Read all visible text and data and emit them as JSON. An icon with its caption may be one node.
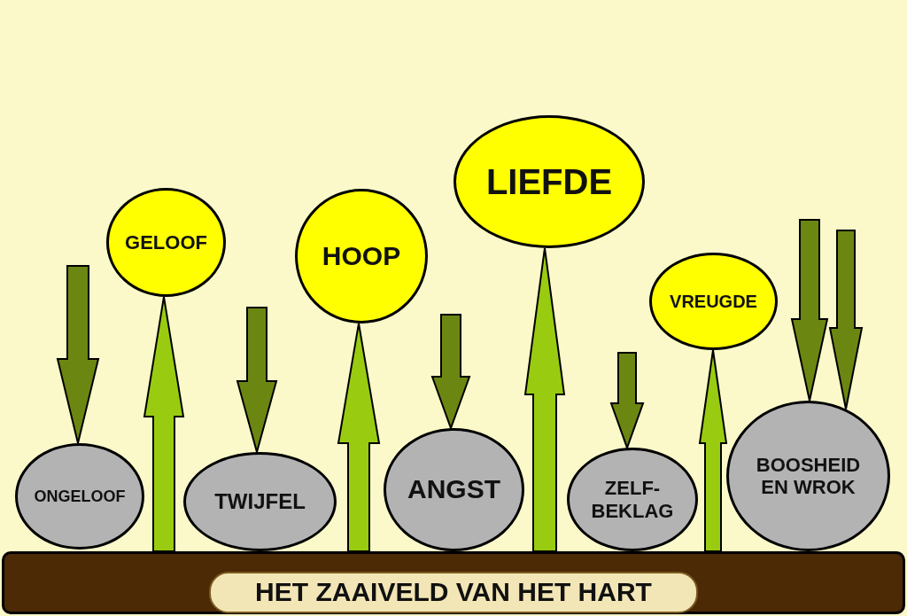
{
  "diagram": {
    "nodes": [
      {
        "text": [
          "GELOOF"
        ]
      },
      {
        "text": [
          "HOOP"
        ]
      },
      {
        "text": [
          "LIEFDE"
        ]
      },
      {
        "text": [
          "VREUGDE"
        ]
      },
      {
        "text": [
          "ONGELOOF"
        ]
      },
      {
        "text": [
          "TWIJFEL"
        ]
      },
      {
        "text": [
          "ANGST"
        ]
      },
      {
        "text": [
          "ZELF- BEKLAG"
        ]
      },
      {
        "text": [
          "BOOSHEID EN WROK"
        ]
      },
      {
        "text": [
          "HET ZAAIVELD VAN HET HART"
        ]
      }
    ],
    "edges": [
      {
        "from": 9,
        "to": 0,
        "arrow": "to",
        "color": "#99cc11"
      },
      {
        "from": 9,
        "to": 1,
        "arrow": "to",
        "color": "#99cc11"
      },
      {
        "from": 9,
        "to": 2,
        "arrow": "to",
        "color": "#99cc11"
      },
      {
        "from": 9,
        "to": 3,
        "arrow": "to",
        "color": "#99cc11"
      },
      {
        "from": null,
        "to": 4,
        "arrow": "to"
      },
      {
        "from": null,
        "to": 5,
        "arrow": "to"
      },
      {
        "from": null,
        "to": 6,
        "arrow": "to"
      },
      {
        "from": null,
        "to": 7,
        "arrow": "to"
      },
      {
        "from": null,
        "to": 8,
        "arrow": "to"
      },
      {
        "from": null,
        "to": 8,
        "arrow": "to"
      }
    ]
  }
}
